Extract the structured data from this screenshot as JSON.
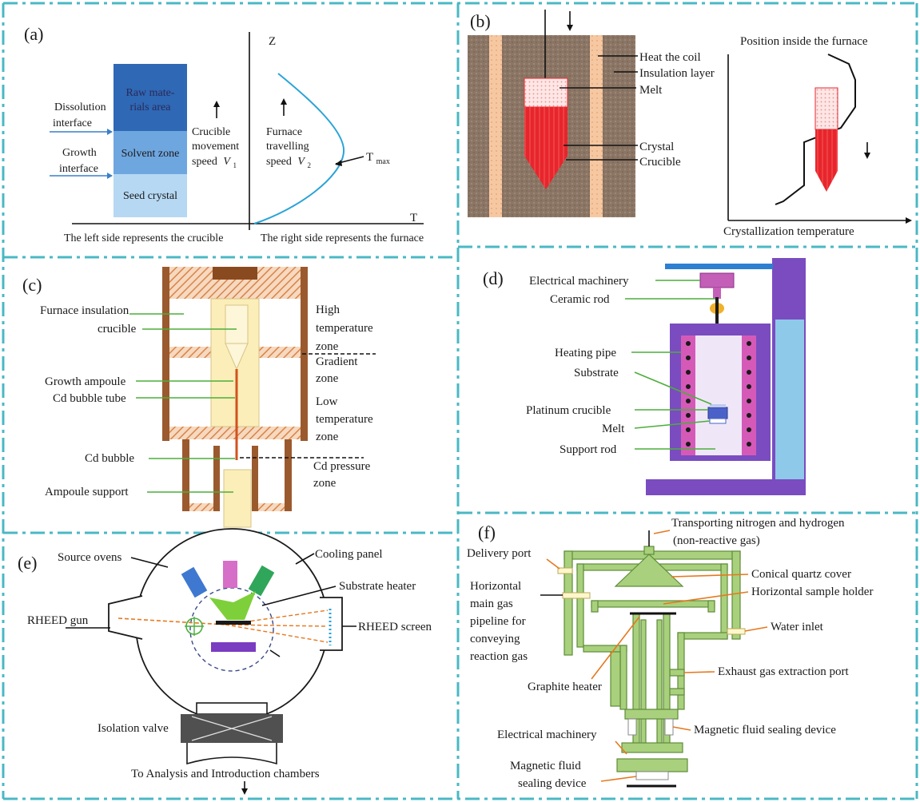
{
  "panel_a": {
    "tag": "(a)",
    "z": "Z",
    "t": "T",
    "zone_raw_1": "Raw mate-",
    "zone_raw_2": "rials area",
    "zone_solvent": "Solvent zone",
    "zone_seed": "Seed crystal",
    "dissolution_1": "Dissolution",
    "dissolution_2": "interface",
    "growth_1": "Growth",
    "growth_2": "interface",
    "crucible_1": "Crucible",
    "crucible_2": "movement",
    "crucible_3": "speed",
    "crucible_v": "V",
    "crucible_sub": "1",
    "furnace_1": "Furnace",
    "furnace_2": "travelling",
    "furnace_3": "speed",
    "furnace_v": "V",
    "furnace_sub": "2",
    "tmax": "T",
    "tmax_sub": "max",
    "left_caption": "The left side represents the crucible",
    "right_caption": "The right side represents the furnace",
    "colors": {
      "raw": "#2f68b4",
      "solvent": "#6ea6df",
      "seed": "#b6d8f3",
      "curve": "#2aa3d8"
    }
  },
  "panel_b": {
    "tag": "(b)",
    "heat_coil": "Heat the coil",
    "insulation": "Insulation layer",
    "melt": "Melt",
    "crystal": "Crystal",
    "crucible": "Crucible",
    "y_label": "Position inside the furnace",
    "x_label": "Crystallization temperature",
    "colors": {
      "wall": "#8b7564",
      "coil": "#f6c8a2",
      "crystal": "#e8252c",
      "melt": "#f8d4d4"
    }
  },
  "panel_c": {
    "tag": "(c)",
    "furnace_insulation": "Furnace insulation",
    "crucible": "crucible",
    "growth_ampoule": "Growth ampoule",
    "cd_bubble_tube": "Cd bubble tube",
    "cd_bubble": "Cd bubble",
    "ampoule_support": "Ampoule support",
    "high_1": "High",
    "high_2": "temperature",
    "high_3": "zone",
    "gradient_1": "Gradient",
    "gradient_2": "zone",
    "low_1": "Low",
    "low_2": "temperature",
    "low_3": "zone",
    "cdp_1": "Cd pressure",
    "cdp_2": "zone",
    "colors": {
      "wall": "#9a5a2e",
      "hatch": "#d8844a",
      "inner": "#fbeeb8"
    }
  },
  "panel_d": {
    "tag": "(d)",
    "electrical": "Electrical machinery",
    "ceramic": "Ceramic rod",
    "heating_pipe": "Heating pipe",
    "substrate": "Substrate",
    "platinum": "Platinum crucible",
    "melt": "Melt",
    "support_rod": "Support rod",
    "colors": {
      "frame": "#7a4cc0",
      "pipe": "#d55ab8",
      "column": "#8fc9ea"
    }
  },
  "panel_e": {
    "tag": "(e)",
    "source_ovens": "Source  ovens",
    "cooling_panel": "Cooling panel",
    "substrate_heater": "Substrate heater",
    "rheed_gun": "RHEED  gun",
    "rheed_screen": "RHEED  screen",
    "isolation_valve": "Isolation valve",
    "analysis": "To Analysis and Introduction  chambers",
    "colors": {
      "oven1": "#3f78d0",
      "oven2": "#d66fc8",
      "oven3": "#2fa65a",
      "heater": "#7dd03a",
      "substrate": "#7a3cc0"
    }
  },
  "panel_f": {
    "tag": "(f)",
    "transport_1": "Transporting nitrogen and hydrogen",
    "transport_2": "(non-reactive gas)",
    "delivery_port": "Delivery port",
    "conical": "Conical quartz cover",
    "horizontal_holder": "Horizontal sample holder",
    "main_1": "Horizontal",
    "main_2": "main gas",
    "main_3": "pipeline for",
    "main_4": "conveying",
    "main_5": "reaction gas",
    "water_inlet": "Water inlet",
    "exhaust": "Exhaust gas extraction port",
    "graphite": "Graphite heater",
    "electrical": "Electrical machinery",
    "magnetic_1": "Magnetic fluid sealing device",
    "magnetic_2a": "Magnetic fluid",
    "magnetic_2b": "sealing device",
    "colors": {
      "frame": "#a9d07c",
      "stroke": "#5e8c3a"
    }
  }
}
